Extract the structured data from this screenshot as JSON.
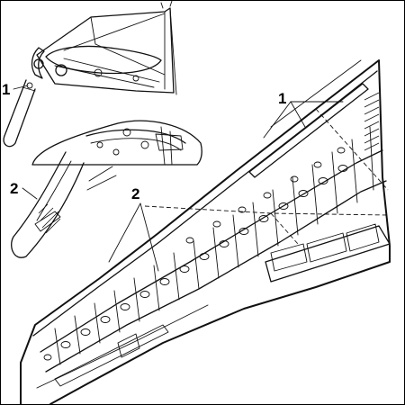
{
  "figure": {
    "callouts": [
      {
        "label": "1"
      },
      {
        "label": "1"
      },
      {
        "label": "2"
      },
      {
        "label": "2"
      }
    ]
  }
}
